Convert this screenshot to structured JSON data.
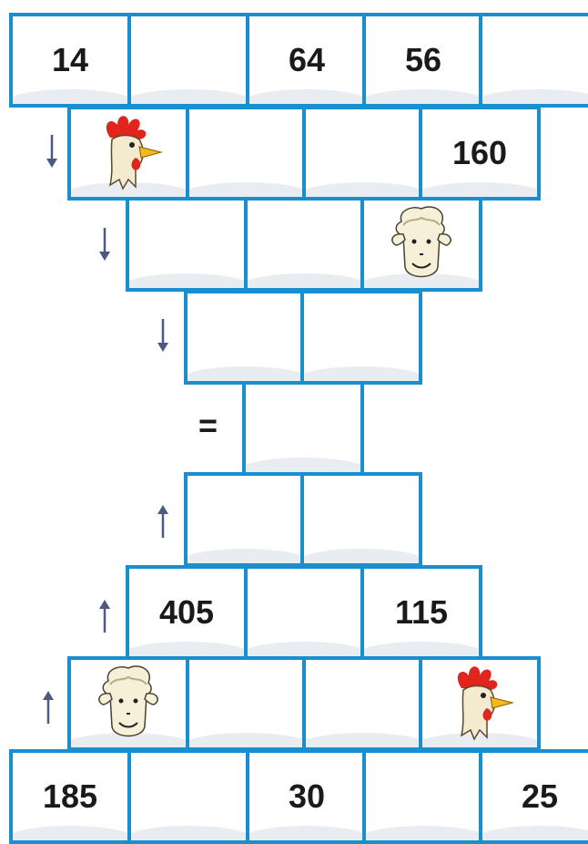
{
  "rows": {
    "r1": [
      "14",
      "",
      "64",
      "56",
      ""
    ],
    "r2": [
      "",
      "",
      "",
      "160"
    ],
    "r3": [
      "",
      "",
      ""
    ],
    "r4": [
      "",
      ""
    ],
    "r5": [
      ""
    ],
    "r6": [
      "",
      ""
    ],
    "r7": [
      "405",
      "",
      "115"
    ],
    "r8": [
      "",
      "",
      "",
      ""
    ],
    "r9": [
      "185",
      "",
      "30",
      "",
      "25"
    ]
  },
  "icons": {
    "r2_0": "rooster-icon",
    "r3_2": "sheep-icon",
    "r8_0": "sheep-icon",
    "r8_3": "rooster-icon"
  },
  "equals_sign": "=",
  "colors": {
    "border": "#1a8fd0",
    "arrow": "#4a5a80",
    "text": "#1a1a1a"
  }
}
